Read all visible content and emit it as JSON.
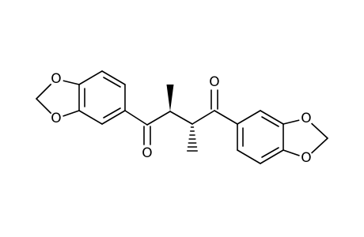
{
  "molecule": {
    "atom_labels": {
      "o_left_top": "O",
      "o_left_bottom": "O",
      "o_carbonyl_left": "O",
      "o_carbonyl_right": "O",
      "o_right_top": "O",
      "o_right_bottom": "O"
    },
    "colors": {
      "bond": "#000000",
      "background": "#ffffff"
    }
  }
}
